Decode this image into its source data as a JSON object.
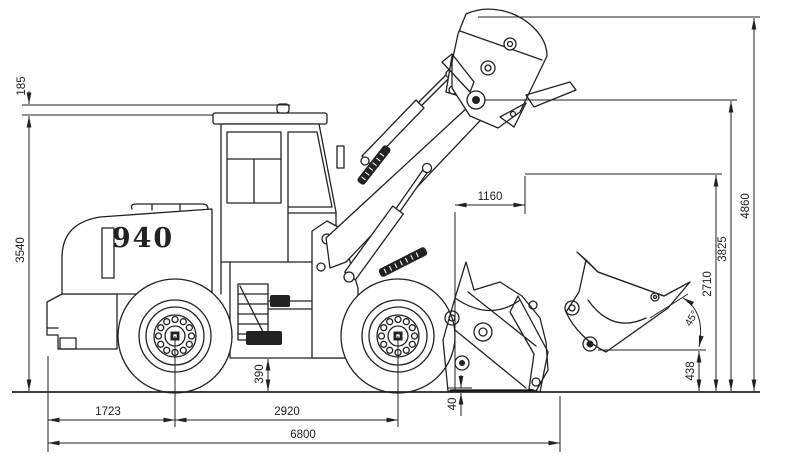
{
  "machine": {
    "model_label": "940",
    "type": "wheel-loader-side-view"
  },
  "annotations": {
    "dump_angle": "45°",
    "dimensions": {
      "beacon_above_roof": "185",
      "height_to_cab_roof": "3540",
      "rear_axle_to_rear": "1723",
      "wheelbase": "2920",
      "overall_length": "6800",
      "ground_clearance": "390",
      "blade_ground_gap": "40",
      "dump_reach": "1160",
      "edge_height_at_45": "438",
      "dump_clearance": "2710",
      "hinge_pin_height": "3825",
      "overall_height_raised": "4860"
    }
  },
  "colors": {
    "line": "#222222",
    "background": "#ffffff"
  }
}
